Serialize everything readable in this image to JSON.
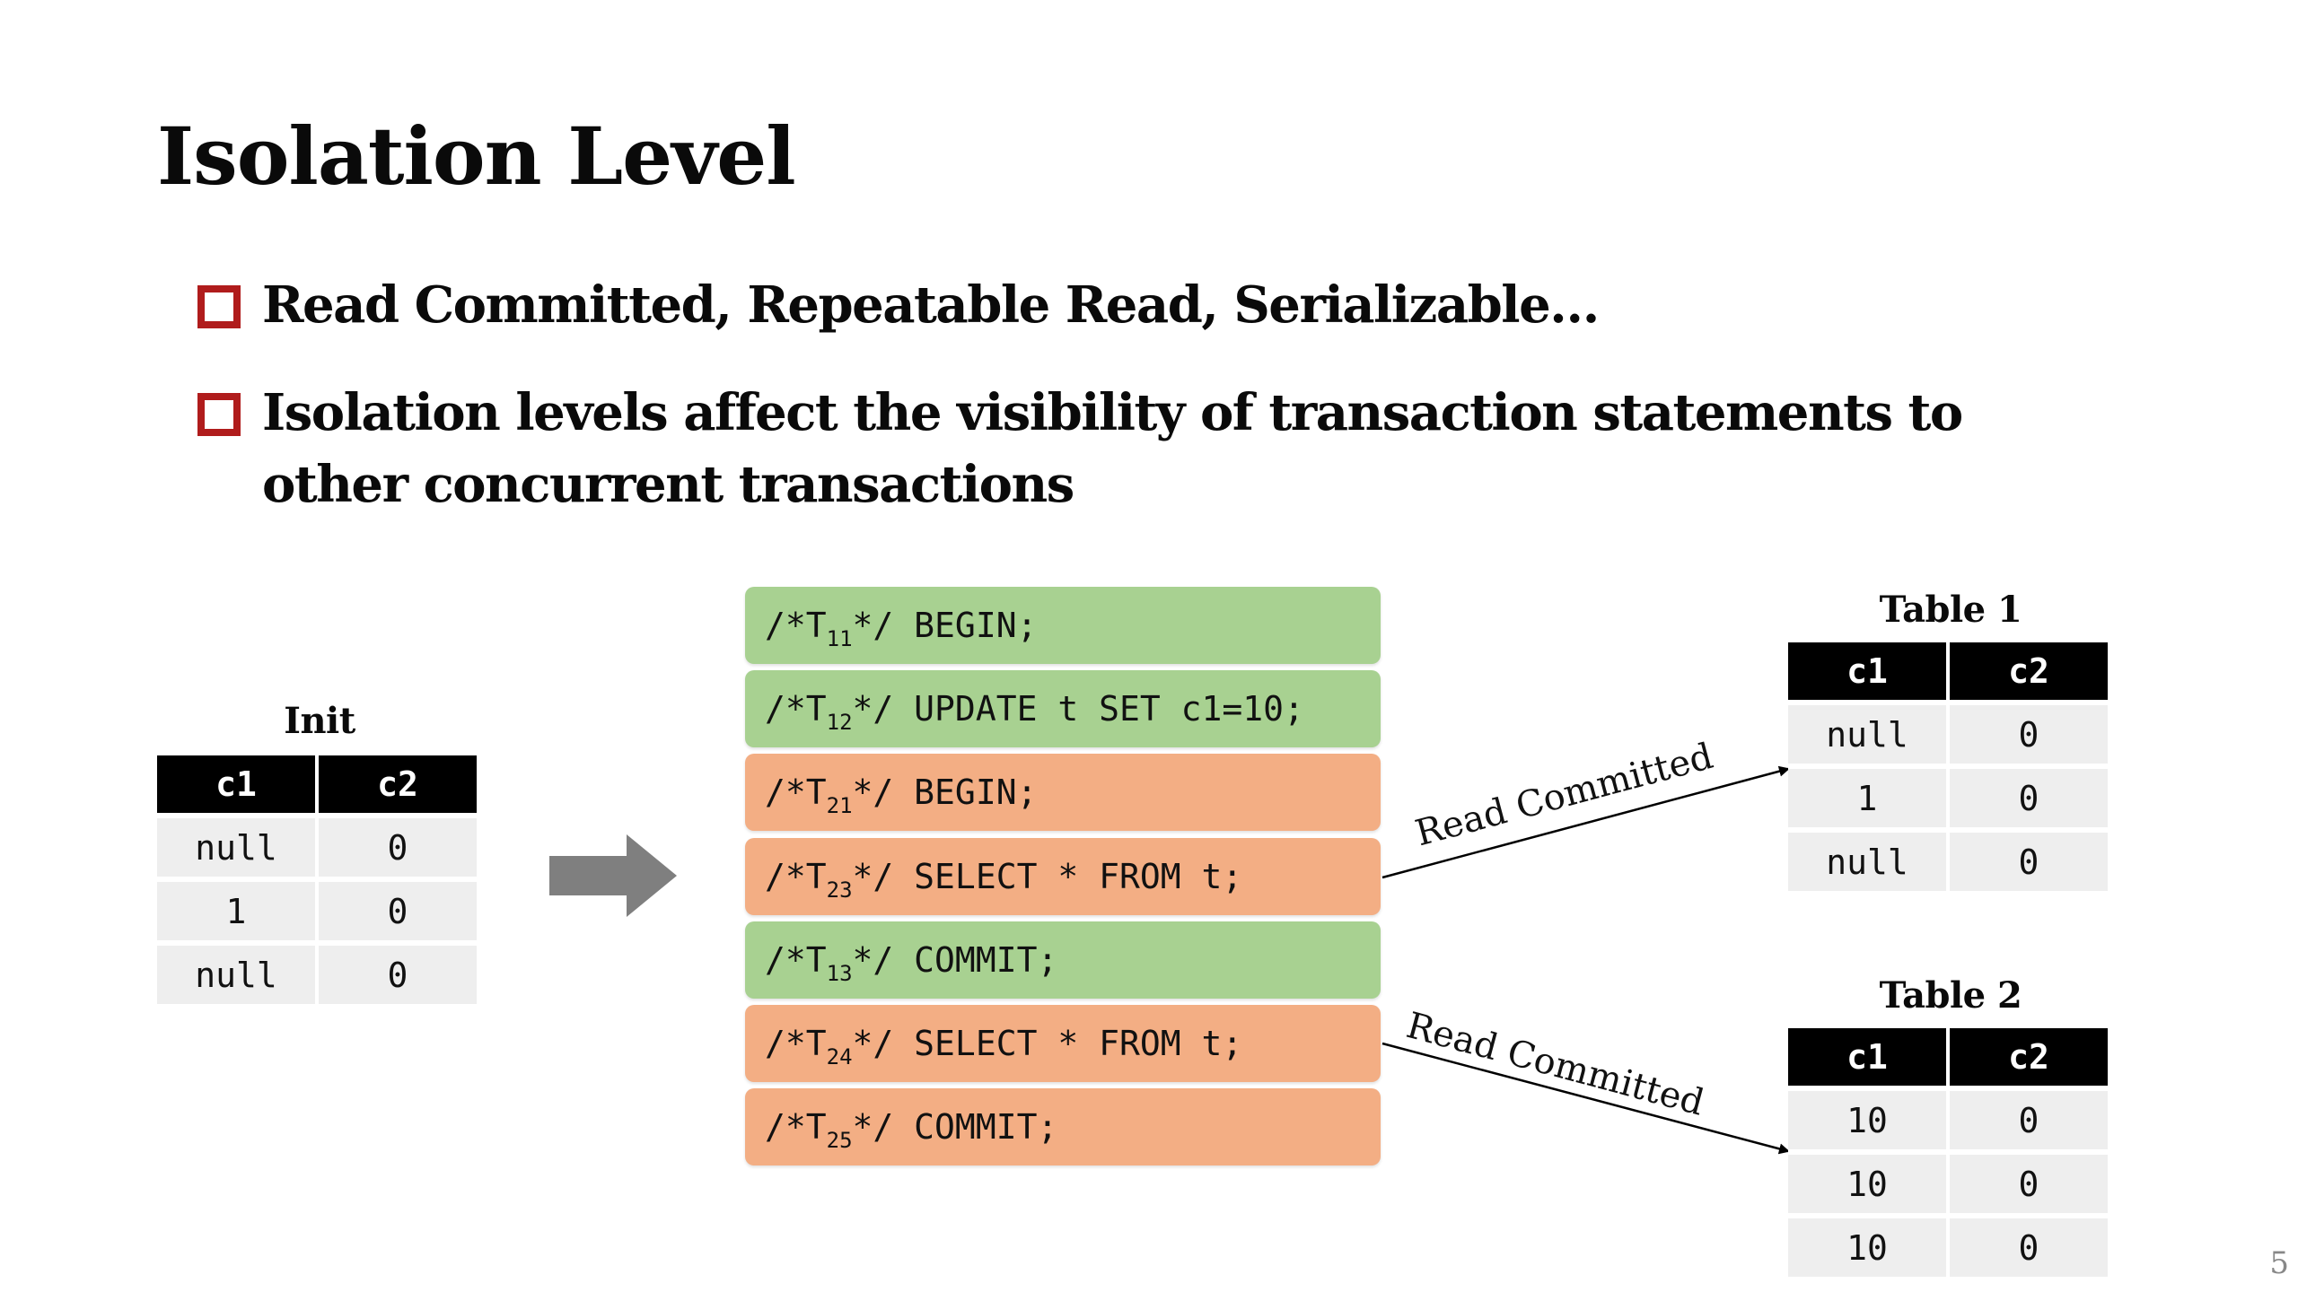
{
  "slide": {
    "title": "Isolation Level",
    "bullets": [
      "Read Committed, Repeatable Read, Serializable…",
      "Isolation levels affect the visibility of transaction statements to other concurrent transactions"
    ],
    "page_number": "5"
  },
  "init_table": {
    "caption": "Init",
    "headers": [
      "c1",
      "c2"
    ],
    "rows": [
      [
        "null",
        "0"
      ],
      [
        "1",
        "0"
      ],
      [
        "null",
        "0"
      ]
    ]
  },
  "statements": [
    {
      "prefix": "/*T",
      "sub": "11",
      "suffix": "*/ BEGIN;",
      "color": "#a8d191"
    },
    {
      "prefix": "/*T",
      "sub": "12",
      "suffix": "*/ UPDATE t SET c1=10;",
      "color": "#a8d191"
    },
    {
      "prefix": "/*T",
      "sub": "21",
      "suffix": "*/ BEGIN;",
      "color": "#f3ae84"
    },
    {
      "prefix": "/*T",
      "sub": "23",
      "suffix": "*/ SELECT * FROM t;",
      "color": "#f3ae84"
    },
    {
      "prefix": "/*T",
      "sub": "13",
      "suffix": "*/ COMMIT;",
      "color": "#a8d191"
    },
    {
      "prefix": "/*T",
      "sub": "24",
      "suffix": "*/ SELECT * FROM t;",
      "color": "#f3ae84"
    },
    {
      "prefix": "/*T",
      "sub": "25",
      "suffix": "*/ COMMIT;",
      "color": "#f3ae84"
    }
  ],
  "connectors": [
    {
      "label": "Read Committed"
    },
    {
      "label": "Read Committed"
    }
  ],
  "result_tables": [
    {
      "caption": "Table 1",
      "headers": [
        "c1",
        "c2"
      ],
      "rows": [
        [
          "null",
          "0"
        ],
        [
          "1",
          "0"
        ],
        [
          "null",
          "0"
        ]
      ]
    },
    {
      "caption": "Table 2",
      "headers": [
        "c1",
        "c2"
      ],
      "rows": [
        [
          "10",
          "0"
        ],
        [
          "10",
          "0"
        ],
        [
          "10",
          "0"
        ]
      ]
    }
  ],
  "colors": {
    "accent": "#b01c1c",
    "green_block": "#a8d191",
    "orange_block": "#f3ae84",
    "arrow_gray": "#7f7f7f"
  }
}
